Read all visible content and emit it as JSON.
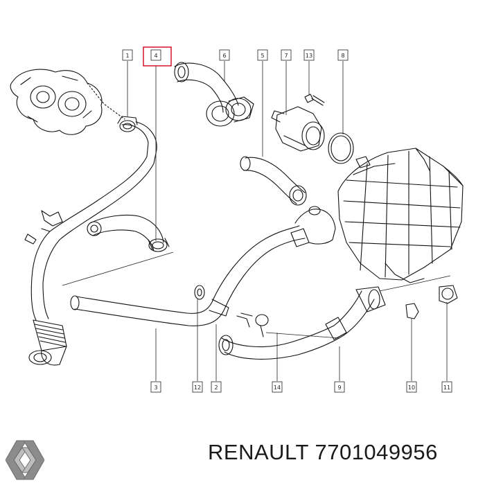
{
  "diagram": {
    "callouts": [
      "1",
      "4",
      "6",
      "5",
      "7",
      "13",
      "8",
      "3",
      "12",
      "2",
      "14",
      "9",
      "10",
      "11"
    ],
    "highlighted_callout": "4",
    "highlight_color": "#d0021b",
    "line_color": "#111111"
  },
  "footer": {
    "brand": "RENAULT",
    "part_number": "7701049956",
    "logo_icon": "renault-diamond-logo"
  }
}
